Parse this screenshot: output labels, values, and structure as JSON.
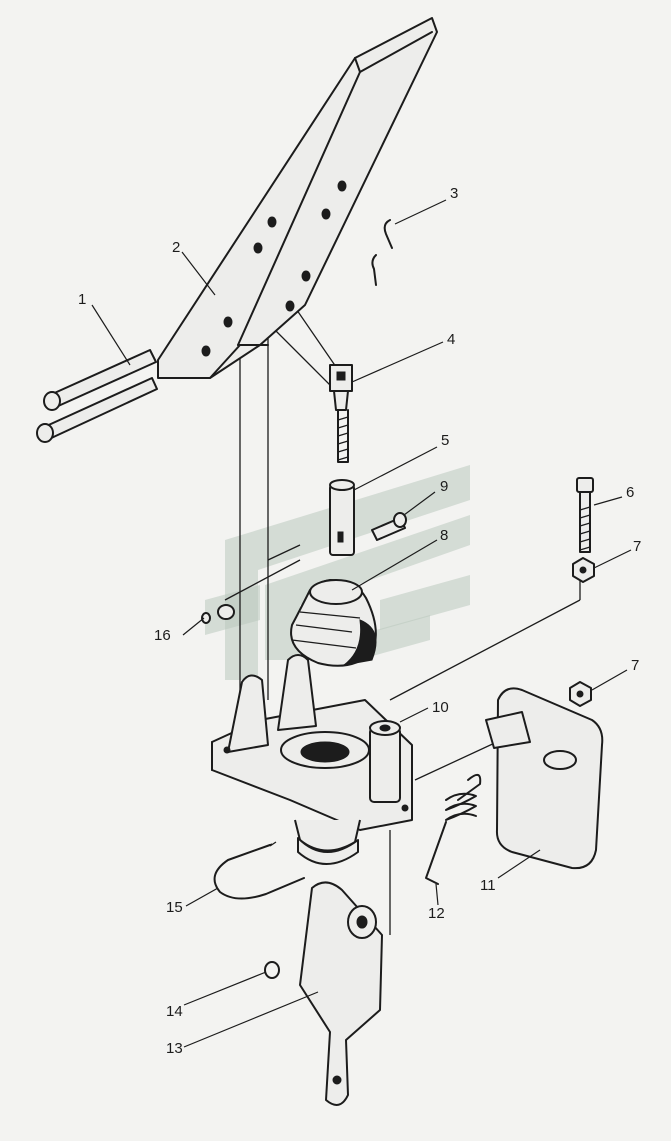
{
  "diagram": {
    "type": "exploded-parts-view",
    "callouts": [
      {
        "id": "c1",
        "label": "1"
      },
      {
        "id": "c2",
        "label": "2"
      },
      {
        "id": "c3",
        "label": "3"
      },
      {
        "id": "c4",
        "label": "4"
      },
      {
        "id": "c5",
        "label": "5"
      },
      {
        "id": "c6",
        "label": "6"
      },
      {
        "id": "c7a",
        "label": "7"
      },
      {
        "id": "c7b",
        "label": "7"
      },
      {
        "id": "c8",
        "label": "8"
      },
      {
        "id": "c9",
        "label": "9"
      },
      {
        "id": "c10",
        "label": "10"
      },
      {
        "id": "c11",
        "label": "11"
      },
      {
        "id": "c12",
        "label": "12"
      },
      {
        "id": "c13",
        "label": "13"
      },
      {
        "id": "c14",
        "label": "14"
      },
      {
        "id": "c15",
        "label": "15"
      },
      {
        "id": "c16",
        "label": "16"
      }
    ],
    "colors": {
      "ink": "#1c1c1c",
      "paper": "#f3f3f1",
      "watermark": "#b9c8bd"
    }
  }
}
